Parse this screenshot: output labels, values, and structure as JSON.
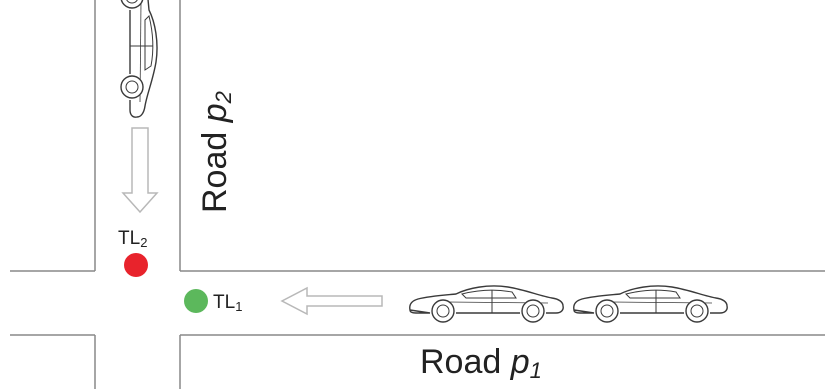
{
  "labels": {
    "tl1_text": "TL",
    "tl1_sub": "1",
    "tl2_text": "TL",
    "tl2_sub": "2",
    "road_p1_text": "Road ",
    "road_p1_var": "p",
    "road_p1_sub": "1",
    "road_p2_text": "Road ",
    "road_p2_var": "p",
    "road_p2_sub": "2"
  },
  "traffic_lights": [
    {
      "name": "TL1",
      "state": "green",
      "color": "#5cb85c"
    },
    {
      "name": "TL2",
      "state": "red",
      "color": "#e8232c"
    }
  ],
  "icons": {
    "car": "car-outline-icon",
    "arrow": "hollow-arrow-icon"
  },
  "colors": {
    "road_line": "#888888",
    "car_stroke": "#3a3a3a",
    "arrow_stroke": "#b8b8b8",
    "text": "#222222"
  }
}
